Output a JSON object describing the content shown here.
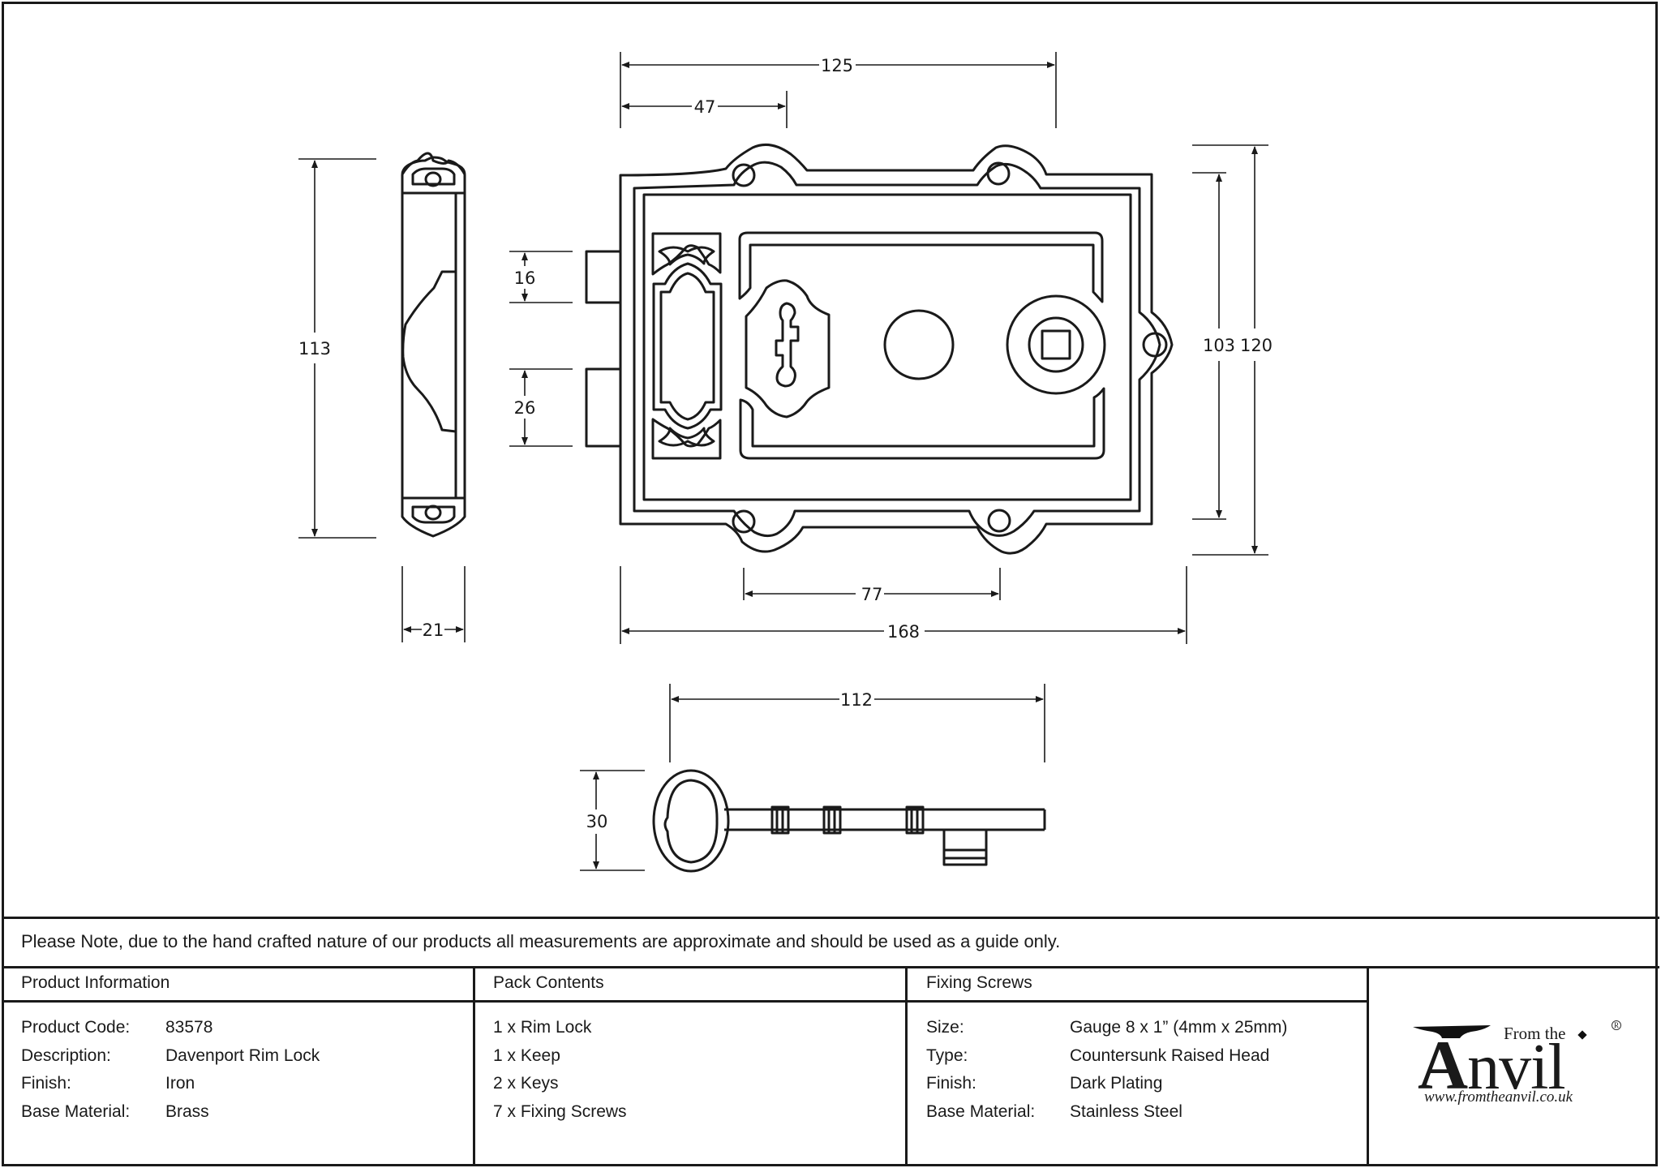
{
  "drawing": {
    "title": "Davenport Rim Lock technical drawing",
    "dimensions": {
      "keep_height": "113",
      "keep_width": "21",
      "lock_top_overall": "125",
      "lock_top_partial": "47",
      "bolt_upper": "16",
      "bolt_lower": "26",
      "case_inner_height": "103",
      "case_overall_height": "120",
      "fixing_centres": "77",
      "lock_overall_width": "168",
      "key_length": "112",
      "key_bow_height": "30"
    },
    "units": "mm"
  },
  "note": "Please Note, due to the hand crafted nature of our products all measurements are approximate and should be used as a guide only.",
  "product_information": {
    "heading": "Product Information",
    "rows": [
      {
        "label": "Product Code:",
        "value": "83578"
      },
      {
        "label": "Description:",
        "value": "Davenport Rim Lock"
      },
      {
        "label": "Finish:",
        "value": "Iron"
      },
      {
        "label": "Base Material:",
        "value": "Brass"
      }
    ]
  },
  "pack_contents": {
    "heading": "Pack Contents",
    "items": [
      "1 x Rim Lock",
      "1 x Keep",
      "2 x Keys",
      "7 x Fixing Screws"
    ]
  },
  "fixing_screws": {
    "heading": "Fixing Screws",
    "rows": [
      {
        "label": "Size:",
        "value": "Gauge 8 x 1” (4mm x 25mm)"
      },
      {
        "label": "Type:",
        "value": "Countersunk Raised Head"
      },
      {
        "label": "Finish:",
        "value": "Dark Plating"
      },
      {
        "label": "Base Material:",
        "value": "Stainless Steel"
      }
    ]
  },
  "logo": {
    "from_the": "From the",
    "brand_initial": "A",
    "brand_rest": "nvil",
    "registered": "R",
    "url": "www.fromtheanvil.co.uk"
  }
}
